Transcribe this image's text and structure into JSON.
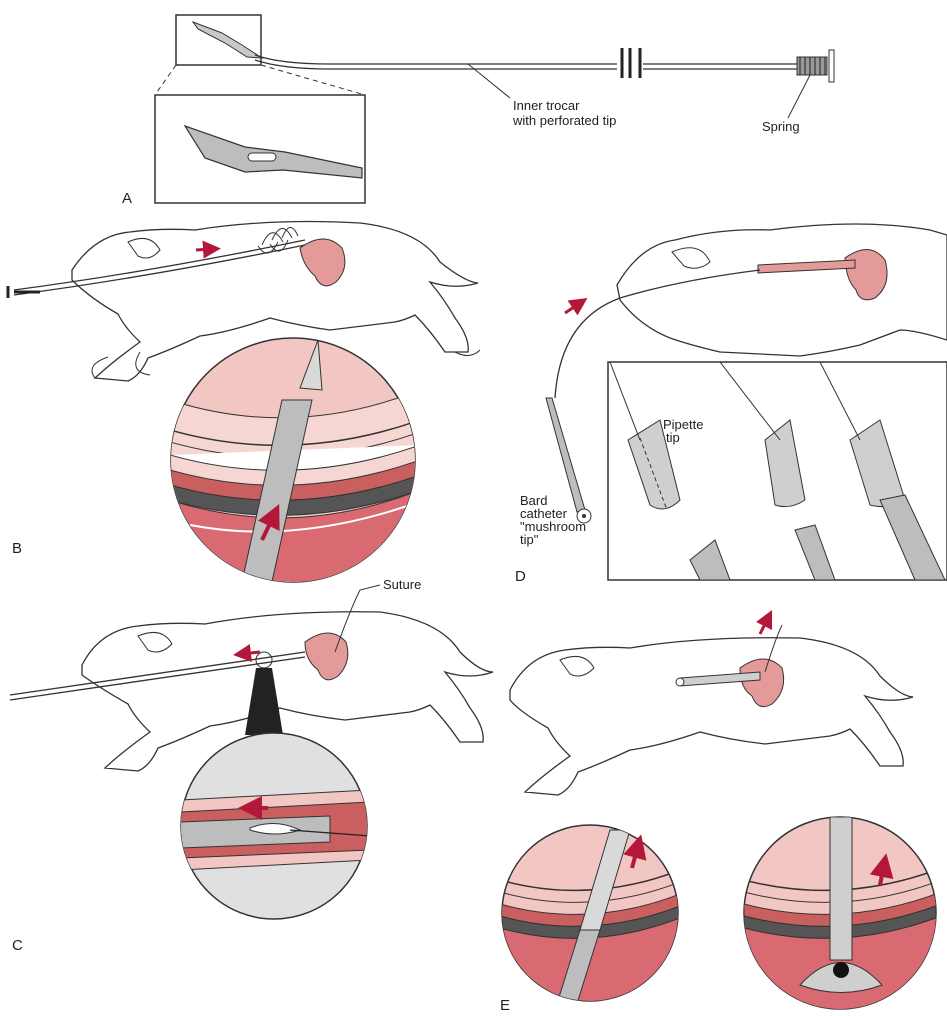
{
  "panel_letters": {
    "a": "A",
    "b": "B",
    "c": "C",
    "d": "D",
    "e": "E"
  },
  "labels": {
    "inner_trocar_line1": "Inner trocar",
    "inner_trocar_line2": "with perforated tip",
    "spring": "Spring",
    "suture": "Suture",
    "pipette_line1": "Pipette",
    "pipette_line2": "tip",
    "bard_line1": "Bard",
    "bard_line2": "catheter",
    "bard_line3": "\"mushroom",
    "bard_line4": "tip\""
  },
  "colors": {
    "line": "#333333",
    "tissue_pink": "#e8a7a5",
    "tissue_dark": "#c9605f",
    "stomach": "#e39a98",
    "arrow": "#b3173a",
    "metal": "#b8b8b8",
    "lens_gray": "#d9d9d9",
    "lumen": "#d96a72"
  }
}
